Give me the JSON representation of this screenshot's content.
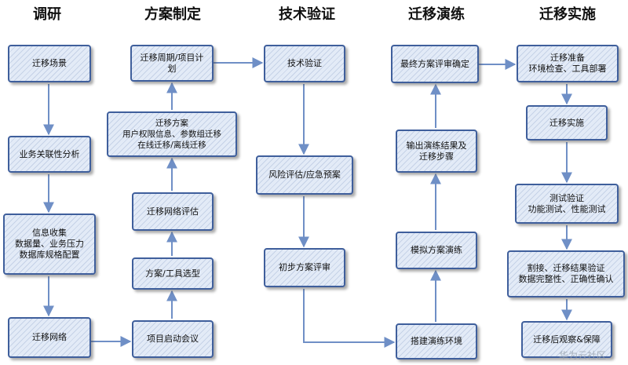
{
  "columns": [
    {
      "title": "调研",
      "steps": [
        {
          "lines": [
            "迁移场景"
          ]
        },
        {
          "lines": [
            "业务关联性分析"
          ]
        },
        {
          "lines": [
            "信息收集",
            "数据量、业务压力",
            "数据库规格配置"
          ]
        },
        {
          "lines": [
            "迁移网络"
          ]
        }
      ]
    },
    {
      "title": "方案制定",
      "steps": [
        {
          "lines": [
            "项目启动会议"
          ]
        },
        {
          "lines": [
            "方案/工具选型"
          ]
        },
        {
          "lines": [
            "迁移网络评估"
          ]
        },
        {
          "lines": [
            "迁移方案",
            "用户权限信息、参数组迁移",
            "在线迁移/离线迁移"
          ]
        },
        {
          "lines": [
            "迁移周期/项目计",
            "划"
          ]
        }
      ]
    },
    {
      "title": "技术验证",
      "steps": [
        {
          "lines": [
            "技术验证"
          ]
        },
        {
          "lines": [
            "风险评估/应急预案"
          ]
        },
        {
          "lines": [
            "初步方案评审"
          ]
        }
      ]
    },
    {
      "title": "迁移演练",
      "steps": [
        {
          "lines": [
            "搭建演练环境"
          ]
        },
        {
          "lines": [
            "模拟方案演练"
          ]
        },
        {
          "lines": [
            "输出演练结果及",
            "迁移步骤"
          ]
        },
        {
          "lines": [
            "最终方案评审确定"
          ]
        }
      ]
    },
    {
      "title": "迁移实施",
      "steps": [
        {
          "lines": [
            "迁移准备",
            "环境检查、工具部署"
          ]
        },
        {
          "lines": [
            "迁移实施"
          ]
        },
        {
          "lines": [
            "测试验证",
            "功能测试、性能测试"
          ]
        },
        {
          "lines": [
            "割接、迁移结果验证",
            "数据完整性、正确性确认"
          ]
        },
        {
          "lines": [
            "迁移后观察&保障"
          ]
        }
      ]
    }
  ],
  "watermark": "华为云社区",
  "colors": {
    "border": "#3f5f9c",
    "fill": "#e3ebf7",
    "arrow": "#6f8fc6"
  }
}
